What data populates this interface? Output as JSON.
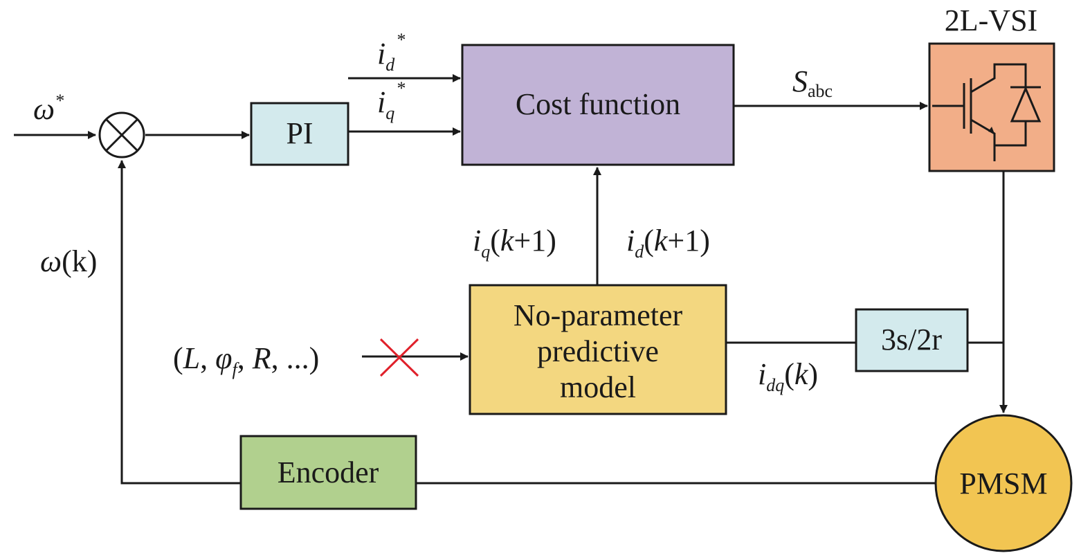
{
  "blocks": {
    "pi": {
      "label": "PI",
      "color": "#d3eaed"
    },
    "cost_function": {
      "label": "Cost function",
      "color": "#c1b3d6"
    },
    "inverter": {
      "label": "2L-VSI",
      "color": "#f2ae88"
    },
    "predictive_model": {
      "lines": [
        "No-parameter",
        "predictive",
        "model"
      ],
      "color": "#f3d780"
    },
    "transform": {
      "label": "3s/2r",
      "color": "#d3eaed"
    },
    "encoder": {
      "label": "Encoder",
      "color": "#b1d08e"
    },
    "motor": {
      "label": "PMSM",
      "color": "#f2c552"
    }
  },
  "signals": {
    "omega_ref": {
      "symbol": "ω",
      "sup": "*"
    },
    "omega_k": {
      "symbol": "ω",
      "arg": "(k)"
    },
    "id_ref": {
      "symbol": "i",
      "sub": "d",
      "sup": "*"
    },
    "iq_ref": {
      "symbol": "i",
      "sub": "q",
      "sup": "*"
    },
    "s_abc": {
      "symbol": "S",
      "sub": "abc"
    },
    "iq_next": {
      "symbol": "i",
      "sub": "q",
      "arg_open": "(",
      "arg_k": "k",
      "arg_close": "+1)"
    },
    "id_next": {
      "symbol": "i",
      "sub": "d",
      "arg_open": "(",
      "arg_k": "k",
      "arg_close": "+1)"
    },
    "idq_k": {
      "symbol": "i",
      "sub": "dq",
      "arg_open": "(",
      "arg_k": "k",
      "arg_close": ")"
    },
    "params": {
      "open": "(",
      "L": "L",
      "sep1": ", ",
      "phi": "φ",
      "phi_sub": "f",
      "sep2": ", ",
      "R": "R",
      "rest": ", ...)"
    }
  },
  "colors": {
    "line": "#1a1a1a",
    "cross": "#e0202a"
  }
}
